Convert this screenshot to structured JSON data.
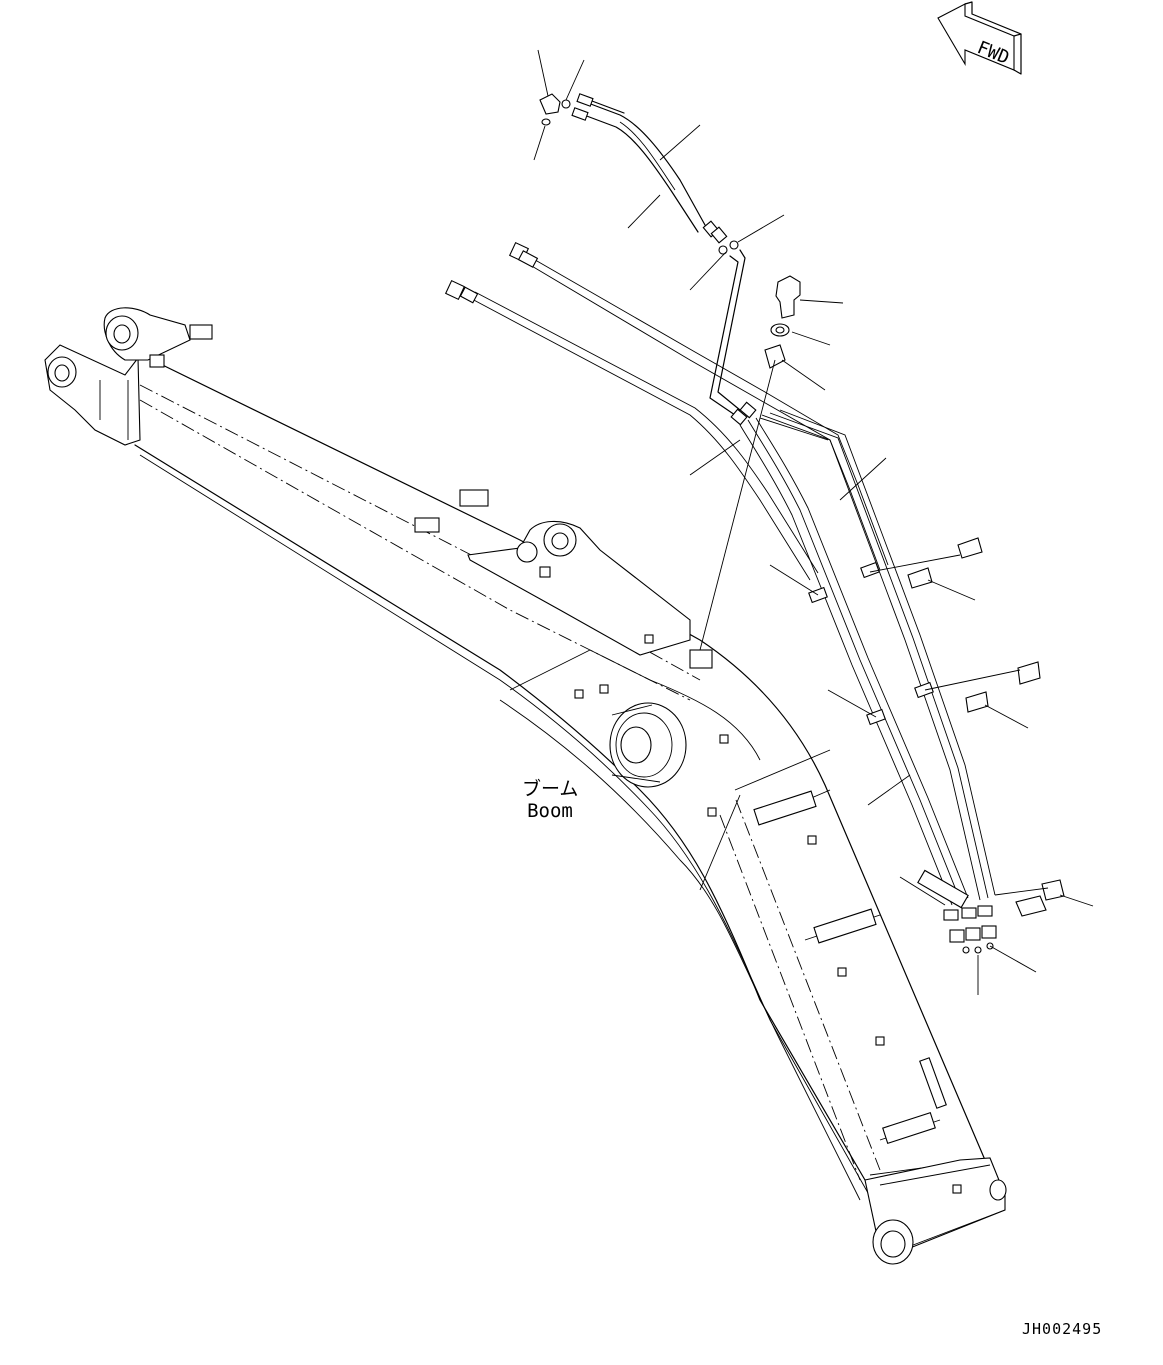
{
  "direction_marker": {
    "text": "FWD"
  },
  "part_label": {
    "japanese": "ブーム",
    "english": "Boom"
  },
  "drawing_number": "JH002495"
}
